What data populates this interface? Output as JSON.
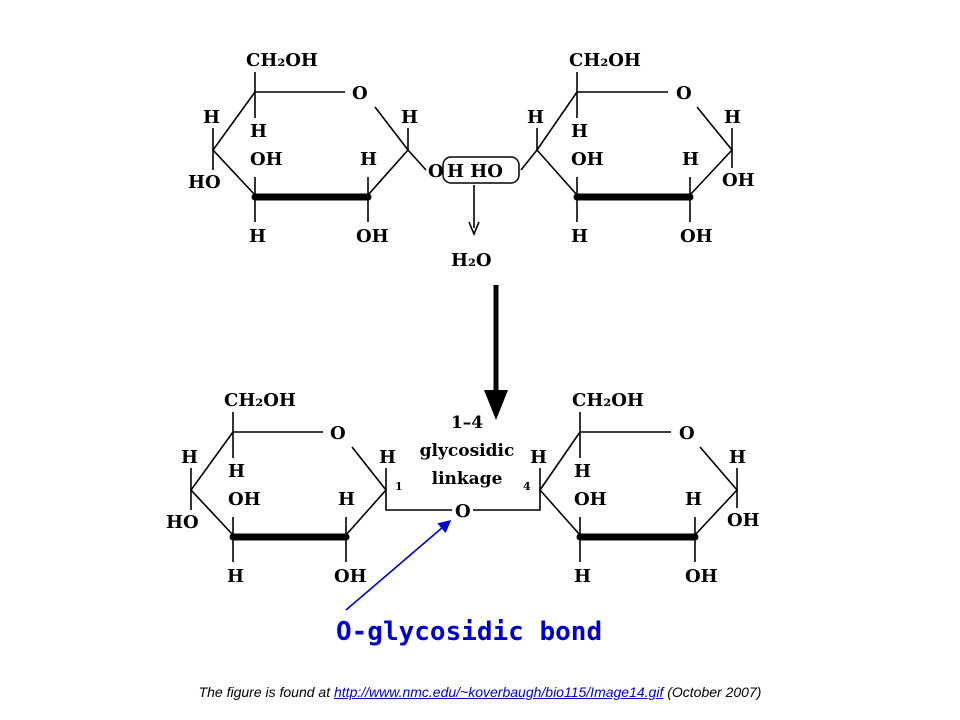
{
  "top": {
    "left_ring": {
      "ch2oh": "CH₂OH",
      "ring_o": "O",
      "h_left": "H",
      "h_upper": "H",
      "ho": "HO",
      "oh_mid": "OH",
      "h_mid": "H",
      "h_right": "H",
      "h_bottom": "H",
      "oh_bottom": "OH"
    },
    "right_ring": {
      "ch2oh": "CH₂OH",
      "ring_o": "O",
      "h_left": "H",
      "h_upper": "H",
      "oh_mid": "OH",
      "h_mid": "H",
      "h_right": "H",
      "oh_right": "OH",
      "h_bottom": "H",
      "oh_bottom": "OH"
    },
    "o_link": "O",
    "boxed": "H HO",
    "water": "H₂O"
  },
  "bottom": {
    "left_ring": {
      "ch2oh": "CH₂OH",
      "ring_o": "O",
      "h_left": "H",
      "h_upper": "H",
      "ho": "HO",
      "oh_mid": "OH",
      "h_mid": "H",
      "h_right": "H",
      "h_bottom": "H",
      "oh_bottom": "OH",
      "carbon_number": "1"
    },
    "right_ring": {
      "ch2oh": "CH₂OH",
      "ring_o": "O",
      "h_left": "H",
      "h_upper": "H",
      "oh_mid": "OH",
      "h_mid": "H",
      "h_right": "H",
      "oh_right": "OH",
      "h_bottom": "H",
      "oh_bottom": "OH",
      "carbon_number": "4"
    },
    "bridge_o": "O",
    "linkage_lines": [
      "1–4",
      "glycosidic",
      "linkage"
    ]
  },
  "annotation": {
    "text": "O-glycosidic bond",
    "color": "#0000cc"
  },
  "caption": {
    "prefix": "The figure is found at ",
    "link": "http://www.nmc.edu/~koverbaugh/bio115/Image14.gif",
    "suffix": " (October 2007)"
  },
  "colors": {
    "ink": "#000000",
    "annotation": "#0000cc",
    "link": "#0000cc",
    "background": "#ffffff"
  }
}
